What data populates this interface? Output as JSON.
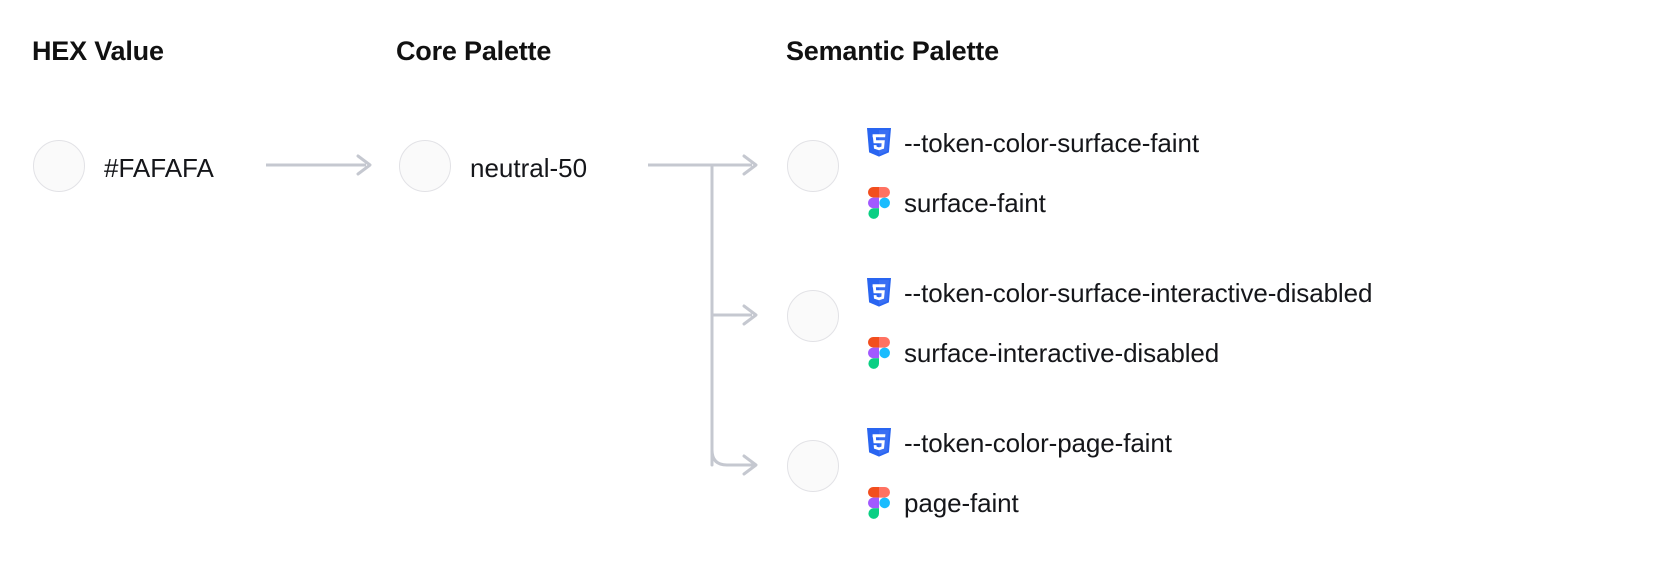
{
  "columns": {
    "hex": "HEX Value",
    "core": "Core Palette",
    "semantic": "Semantic Palette"
  },
  "hex": {
    "value": "#FAFAFA",
    "swatch_color": "#FAFAFA"
  },
  "core": {
    "value": "neutral-50",
    "swatch_color": "#FAFAFA"
  },
  "semantic": [
    {
      "swatch_color": "#FAFAFA",
      "css_icon": "css3-icon",
      "css_token": "--token-color-surface-faint",
      "figma_icon": "figma-icon",
      "figma_token": "surface-faint"
    },
    {
      "swatch_color": "#FAFAFA",
      "css_icon": "css3-icon",
      "css_token": "--token-color-surface-interactive-disabled",
      "figma_icon": "figma-icon",
      "figma_token": "surface-interactive-disabled"
    },
    {
      "swatch_color": "#FAFAFA",
      "css_icon": "css3-icon",
      "css_token": "--token-color-page-faint",
      "figma_icon": "figma-icon",
      "figma_token": "page-faint"
    }
  ],
  "connectors": {
    "simple_arrow": "arrow-right-icon",
    "tree_arrow": "tree-branch-arrow-icon",
    "line_color": "#C5C8D0"
  },
  "palette": {
    "background": "#FFFFFF",
    "text": "#15161A",
    "heading": "#111111",
    "swatch_border": "#E2E2E6",
    "connector": "#C5C8D0",
    "css3_blue": "#2965F1",
    "css3_blue_light": "#3A6FF3",
    "figma_orange": "#F24E1E",
    "figma_pink": "#FF7262",
    "figma_purple": "#A259FF",
    "figma_blue": "#1ABCFE",
    "figma_green": "#0ACF83"
  }
}
